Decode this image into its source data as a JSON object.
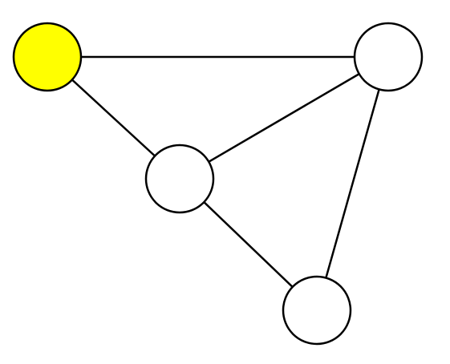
{
  "diagram": {
    "type": "graph",
    "nodes": [
      {
        "id": "a",
        "fill": "#ffff00",
        "highlighted": true
      },
      {
        "id": "b",
        "fill": "#ffffff",
        "highlighted": false
      },
      {
        "id": "c",
        "fill": "#ffffff",
        "highlighted": false
      },
      {
        "id": "d",
        "fill": "#ffffff",
        "highlighted": false
      }
    ],
    "edges": [
      {
        "from": "a",
        "to": "b"
      },
      {
        "from": "a",
        "to": "c"
      },
      {
        "from": "b",
        "to": "c"
      },
      {
        "from": "b",
        "to": "d"
      },
      {
        "from": "c",
        "to": "d"
      }
    ],
    "colors": {
      "stroke": "#000000",
      "highlight": "#ffff00",
      "node_default": "#ffffff",
      "background": "#ffffff"
    }
  }
}
